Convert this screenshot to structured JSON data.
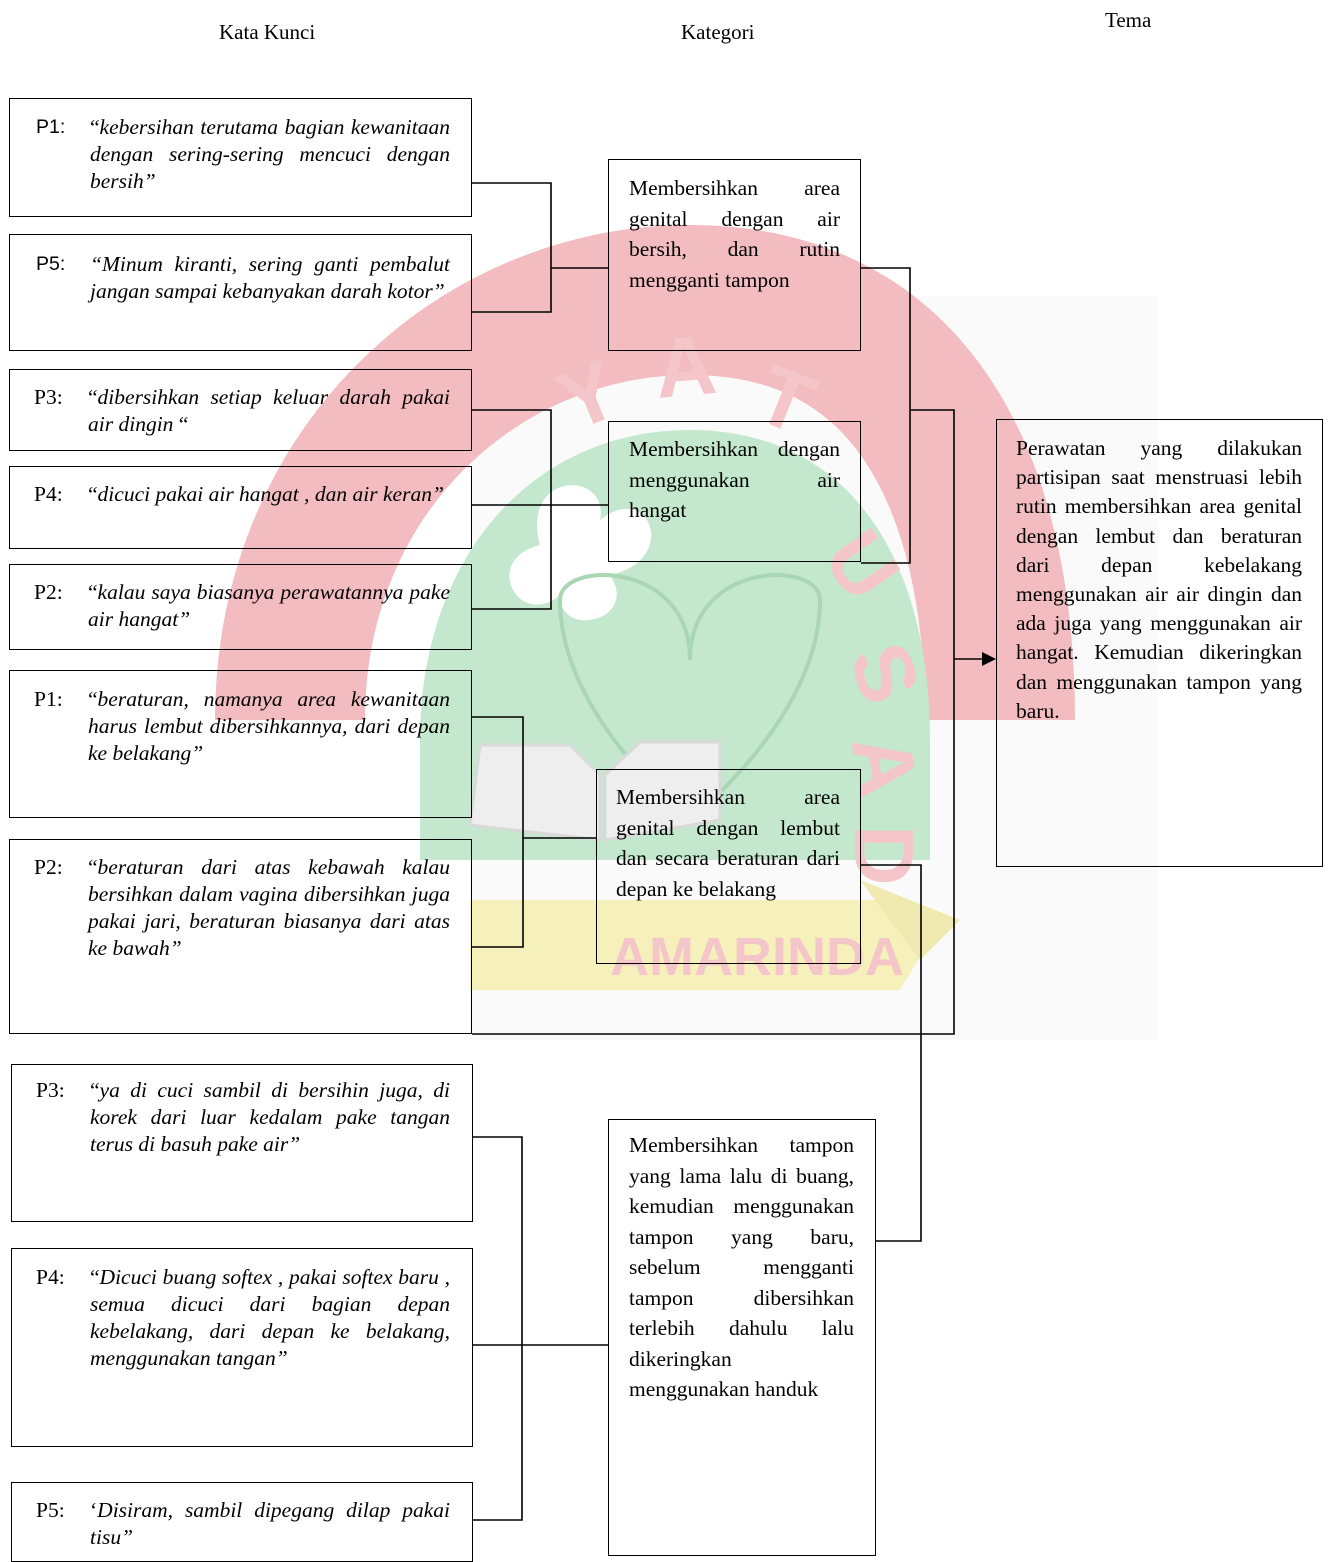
{
  "headers": {
    "keyword": "Kata Kunci",
    "category": "Kategori",
    "theme": "Tema"
  },
  "keywords": [
    {
      "label": "P1:",
      "open": "“",
      "text": "kebersihan terutama bagian kewanitaan dengan sering-sering mencuci dengan bersih”"
    },
    {
      "label": "P5:",
      "open": "",
      "text": "“Minum kiranti, sering ganti pembalut jangan sampai kebanyakan darah kotor”"
    },
    {
      "label": "P3:",
      "open": "“",
      "text": "dibersihkan setiap keluar darah pakai air dingin",
      "close": " “"
    },
    {
      "label": "P4:",
      "open": "“",
      "text": "dicuci pakai air hangat , dan air keran”"
    },
    {
      "label": "P2:",
      "open": "“",
      "text": "kalau saya biasanya perawatannya pake air hangat”"
    },
    {
      "label": "P1:",
      "open": "“",
      "text": "beraturan, namanya area kewanitaan harus lembut dibersihkannya, dari depan ke belakang”"
    },
    {
      "label": "P2:",
      "open": "“",
      "text": "beraturan dari atas kebawah kalau bersihkan dalam vagina dibersihkan juga pakai jari, beraturan biasanya dari atas ke bawah”"
    },
    {
      "label": "P3:",
      "open": "“",
      "text": "ya di cuci sambil di bersihin juga, di korek dari luar kedalam pake tangan terus di basuh pake air”"
    },
    {
      "label": "P4:",
      "open": "“",
      "text": "Dicuci buang softex , pakai softex baru , semua dicuci dari bagian depan kebelakang, dari depan ke belakang, menggunakan tangan”"
    },
    {
      "label": "P5:",
      "open": "‘",
      "text": "Disiram, sambil dipegang dilap pakai tisu”"
    }
  ],
  "categories": [
    "Membersihkan area genital dengan air bersih, dan rutin mengganti tampon",
    "Membersihkan dengan menggunakan air hangat",
    "Membersihkan area genital dengan lembut dan secara beraturan dari depan ke belakang",
    "Membersihkan tampon yang lama lalu di buang, kemudian menggunakan tampon yang baru, sebelum mengganti tampon dibersihkan terlebih dahulu lalu dikeringkan menggunakan handuk"
  ],
  "theme": "Perawatan yang dilakukan partisipan saat menstruasi lebih rutin membersihkan area genital dengan lembut dan beraturan dari depan kebelakang menggunakan air air dingin dan ada juga yang menggunakan air hangat. Kemudian dikeringkan dan menggunakan tampon yang baru.",
  "watermark": {
    "letters": [
      "Y",
      "A",
      "T",
      "U",
      "S",
      "A",
      "D",
      "A"
    ],
    "banner_text": "AMARINDA",
    "colors": {
      "red": "#f2b9bd",
      "green": "#bfe6c9",
      "yellow": "#f5efb4",
      "gray": "#e6e6e6"
    }
  }
}
